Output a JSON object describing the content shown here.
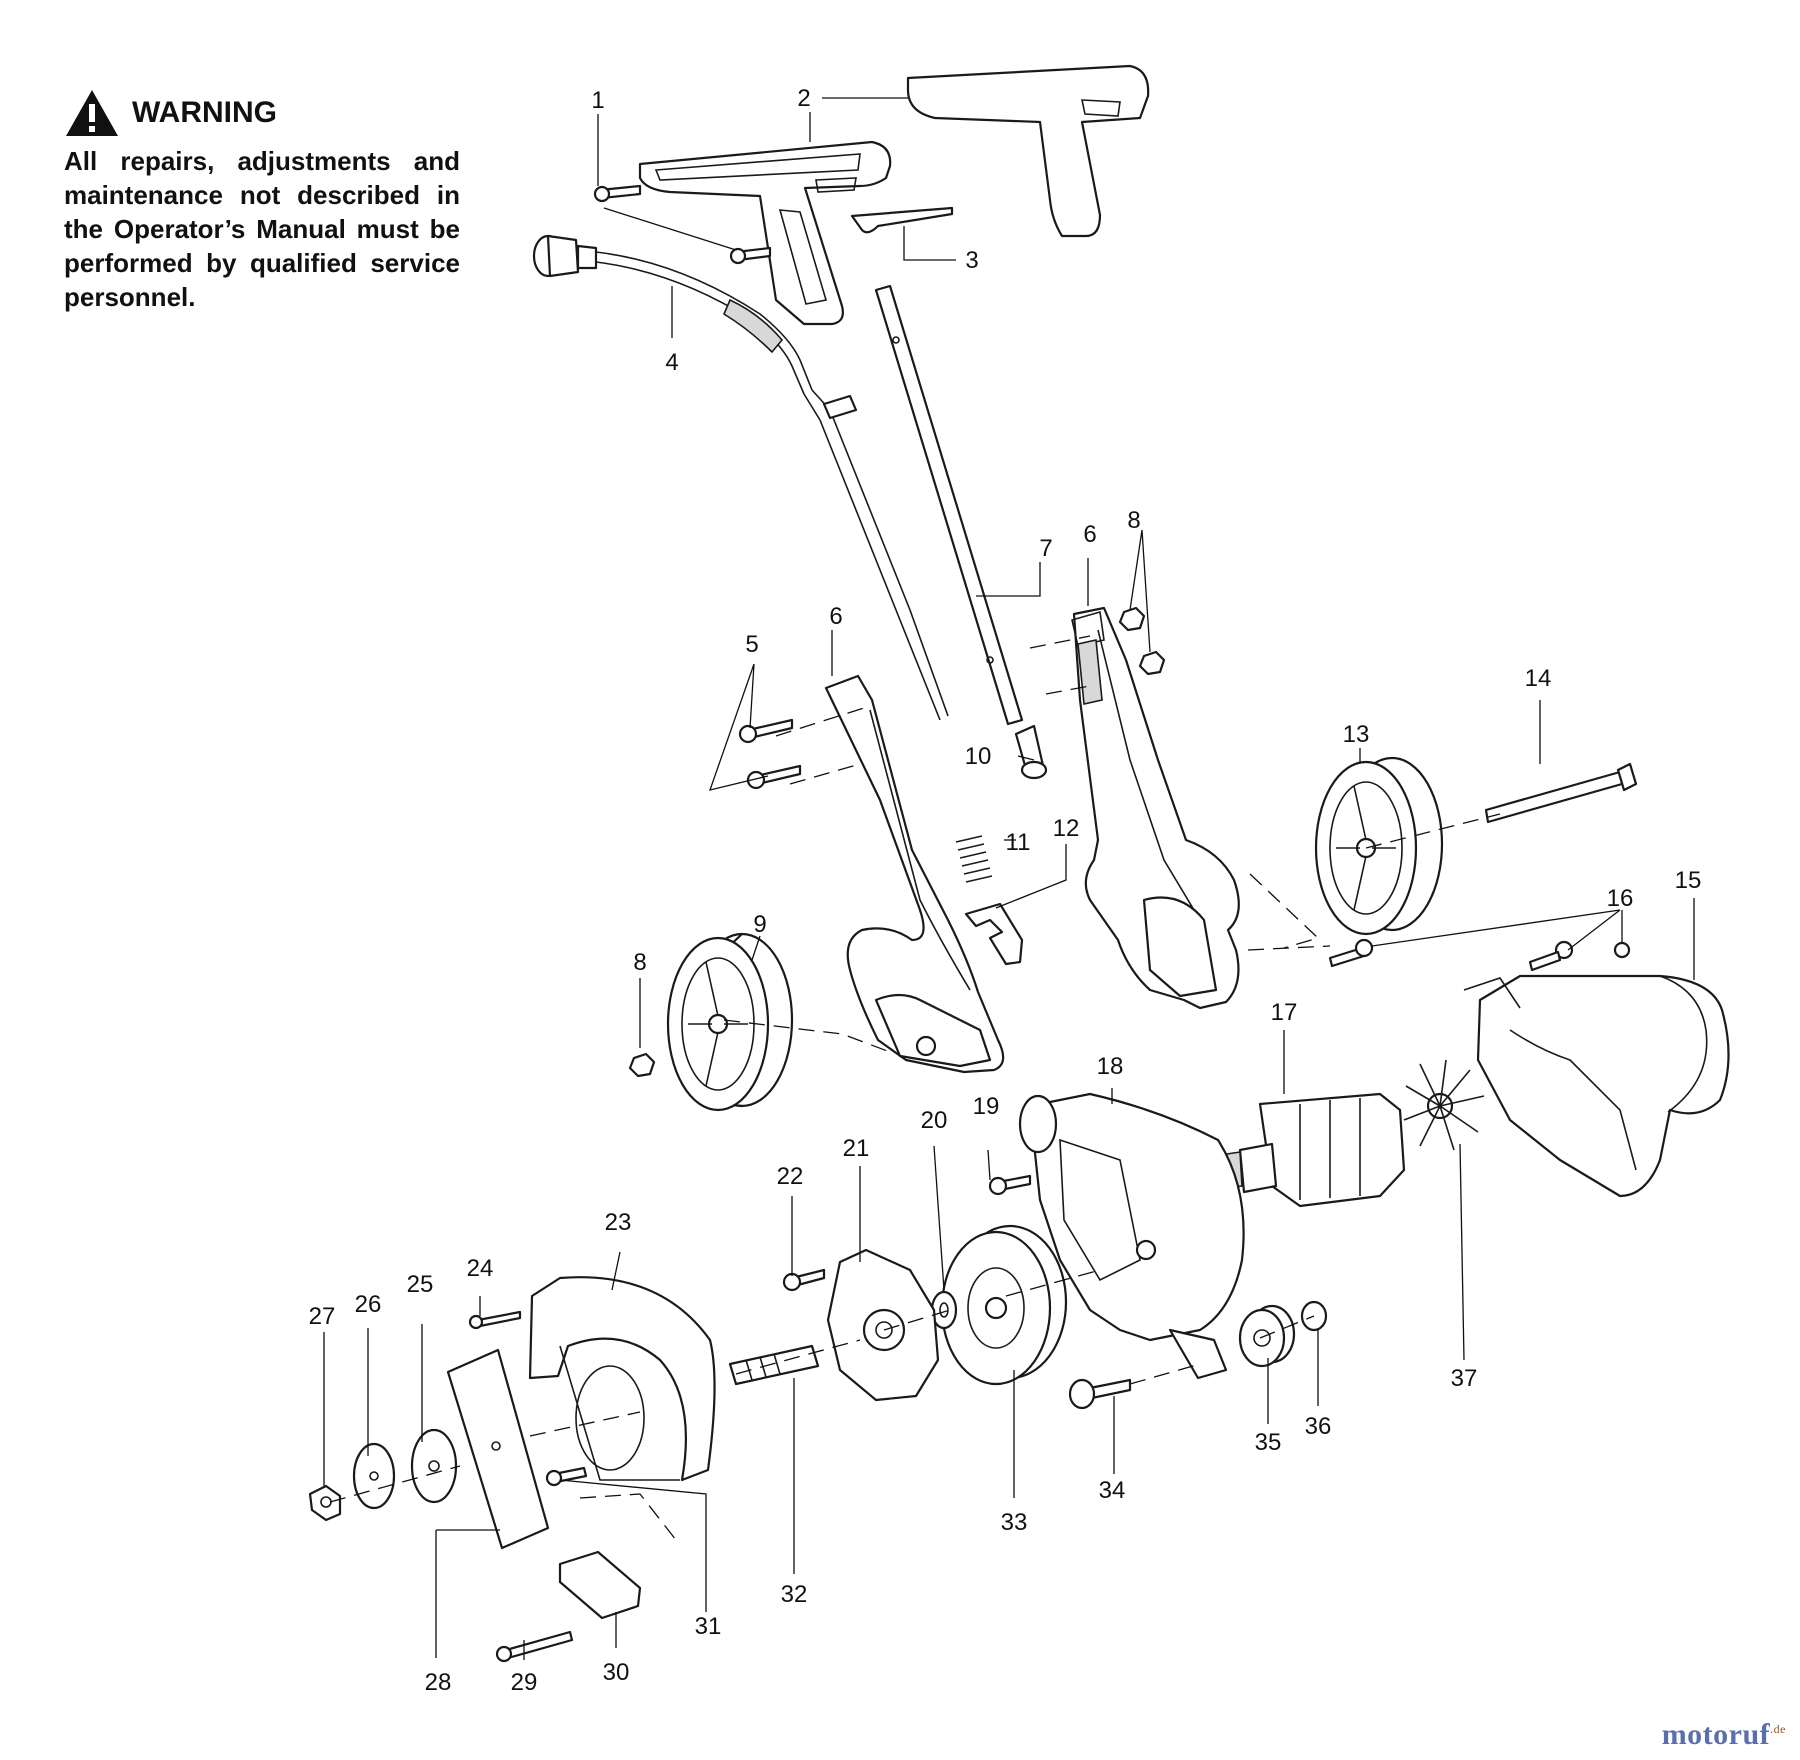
{
  "warning": {
    "heading": "WARNING",
    "text": "All repairs, adjustments and maintenance not described in the Operator’s Manual must be performed by qualified service personnel.",
    "icon": "warning-triangle-icon"
  },
  "watermark": {
    "name": "motoruf",
    "suffix": ".de"
  },
  "callouts": [
    "1",
    "2",
    "3",
    "4",
    "5",
    "6",
    "6",
    "7",
    "8",
    "8",
    "9",
    "10",
    "11",
    "12",
    "13",
    "14",
    "15",
    "16",
    "17",
    "18",
    "19",
    "20",
    "21",
    "22",
    "23",
    "24",
    "25",
    "26",
    "27",
    "28",
    "29",
    "30",
    "31",
    "32",
    "33",
    "34",
    "35",
    "36",
    "37"
  ]
}
